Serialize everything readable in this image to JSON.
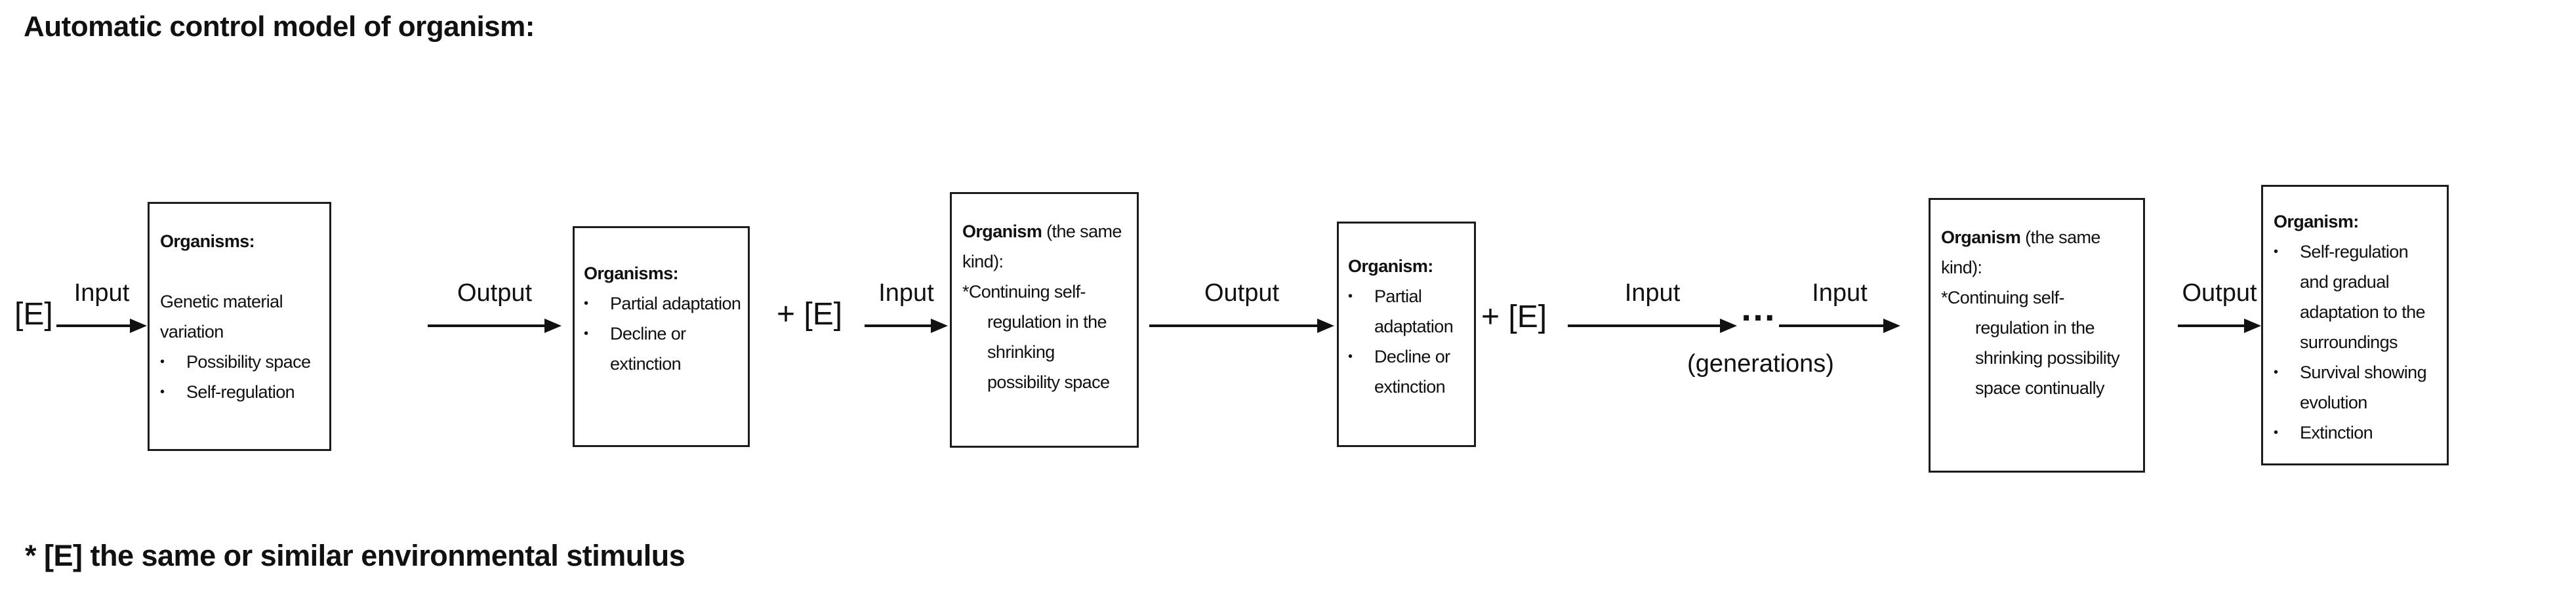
{
  "title": "Automatic control model of organism:",
  "footnote": "* [E] the same or similar environmental stimulus",
  "labels": {
    "e_input": "[E]",
    "plus_e": "+ [E]",
    "input": "Input",
    "output": "Output",
    "dots": "…",
    "generations": "(generations)",
    "bullet": "•"
  },
  "boxes": [
    {
      "heading": "Organisms:",
      "body": "Genetic material variation",
      "bullets": [
        "Possibility space",
        "Self-regulation"
      ]
    },
    {
      "heading": "Organisms:",
      "bullets": [
        "Partial adaptation",
        "Decline or extinction"
      ]
    },
    {
      "heading_bold": "Organism",
      "heading_rest": " (the same kind):",
      "note": "*Continuing self-regulation in the shrinking possibility space"
    },
    {
      "heading": "Organism:",
      "bullets": [
        "Partial adaptation",
        "Decline or extinction"
      ]
    },
    {
      "heading_bold": "Organism",
      "heading_rest": " (the same kind):",
      "note": "*Continuing self-regulation in the shrinking possibility space continually"
    },
    {
      "heading": "Organism:",
      "bullets": [
        "Self-regulation and gradual adaptation to the surroundings",
        "Survival showing evolution",
        "Extinction"
      ]
    }
  ],
  "colors": {
    "ink": "#111111",
    "background": "#ffffff"
  }
}
